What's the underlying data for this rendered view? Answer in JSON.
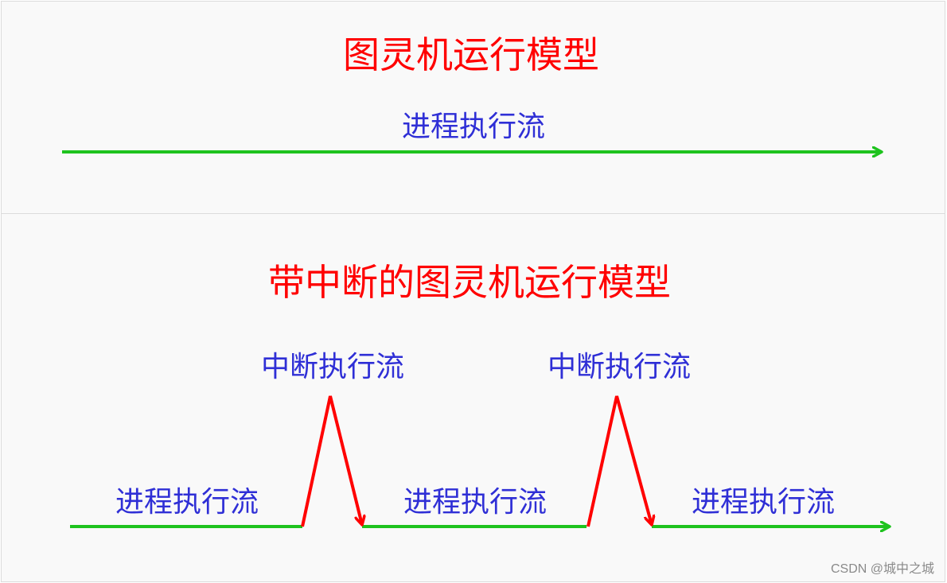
{
  "top": {
    "title": "图灵机运行模型",
    "flow_label": "进程执行流"
  },
  "bottom": {
    "title": "带中断的图灵机运行模型",
    "interrupt_labels": [
      "中断执行流",
      "中断执行流"
    ],
    "process_labels": [
      "进程执行流",
      "进程执行流",
      "进程执行流"
    ]
  },
  "colors": {
    "title": "#ff0000",
    "process_line": "#1ec31e",
    "interrupt_line": "#ff0000",
    "label": "#2f2fd6"
  },
  "watermark": "CSDN @城中之城"
}
